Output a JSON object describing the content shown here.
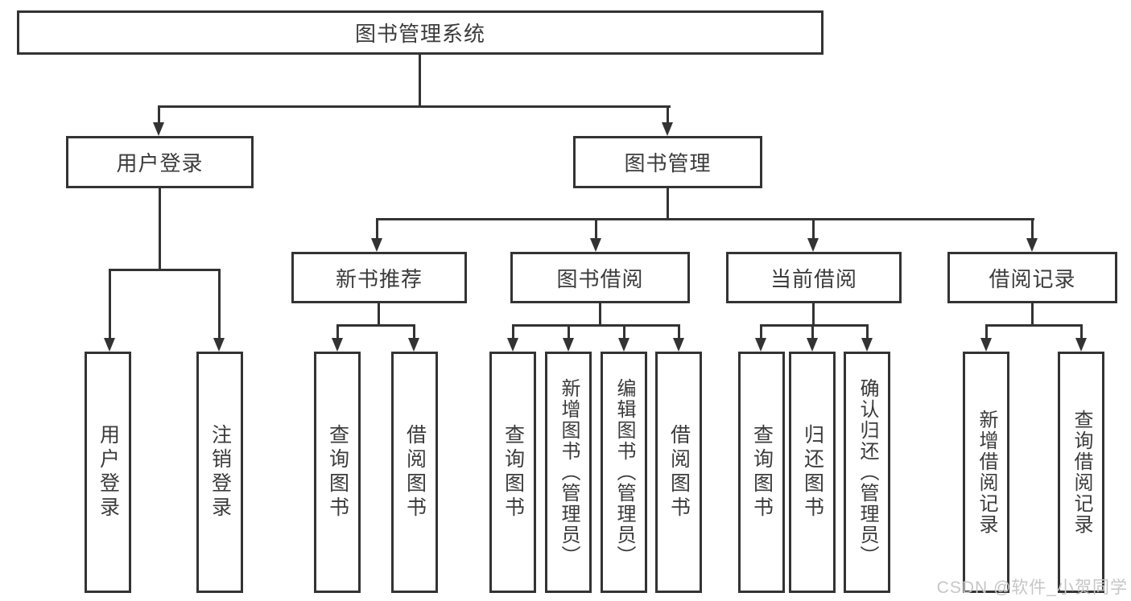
{
  "diagram": {
    "root": {
      "label": "图书管理系统"
    },
    "branches": [
      {
        "label": "用户登录",
        "children": [
          {
            "label": "用户登录"
          },
          {
            "label": "注销登录"
          }
        ]
      },
      {
        "label": "图书管理",
        "children": [
          {
            "label": "新书推荐",
            "children": [
              {
                "label": "查询图书"
              },
              {
                "label": "借阅图书"
              }
            ]
          },
          {
            "label": "图书借阅",
            "children": [
              {
                "label": "查询图书"
              },
              {
                "label": "新增图书（管理员）"
              },
              {
                "label": "编辑图书（管理员）"
              },
              {
                "label": "借阅图书"
              }
            ]
          },
          {
            "label": "当前借阅",
            "children": [
              {
                "label": "查询图书"
              },
              {
                "label": "归还图书"
              },
              {
                "label": "确认归还（管理员）"
              }
            ]
          },
          {
            "label": "借阅记录",
            "children": [
              {
                "label": "新增借阅记录"
              },
              {
                "label": "查询借阅记录"
              }
            ]
          }
        ]
      }
    ]
  },
  "watermark": {
    "text": "CSDN @软件_小贺同学"
  },
  "colors": {
    "line": "#333333",
    "box_border": "#333333",
    "text": "#3b3b3b",
    "watermark": "#c6c6c6",
    "background": "#ffffff"
  }
}
